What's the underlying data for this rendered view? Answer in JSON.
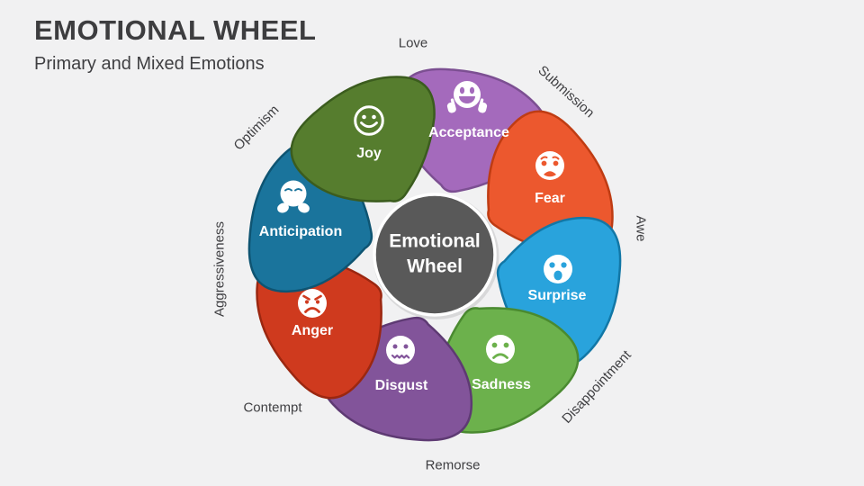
{
  "slide": {
    "title": "EMOTIONAL WHEEL",
    "subtitle": "Primary and Mixed Emotions",
    "background_color": "#f1f1f2",
    "heading_color": "#3d3d3f"
  },
  "center": {
    "line1": "Emotional",
    "line2": "Wheel",
    "bg_color": "#595959",
    "text_color": "#ffffff"
  },
  "wheel": {
    "label_color": "#ffffff",
    "mixed_label_color": "#3f3f42",
    "petals": [
      {
        "label": "Acceptance",
        "icon": "acceptance-thumbs-up-face-icon",
        "fill": "#a46abc",
        "stroke": "#7c4f92"
      },
      {
        "label": "Fear",
        "icon": "fearful-face-icon",
        "fill": "#ec582e",
        "stroke": "#bf3c13"
      },
      {
        "label": "Surprise",
        "icon": "surprised-face-icon",
        "fill": "#29a3dc",
        "stroke": "#1277a6"
      },
      {
        "label": "Sadness",
        "icon": "sad-face-icon",
        "fill": "#6cb14c",
        "stroke": "#4a8a30"
      },
      {
        "label": "Disgust",
        "icon": "disgusted-face-icon",
        "fill": "#82549a",
        "stroke": "#5e3a73"
      },
      {
        "label": "Anger",
        "icon": "angry-face-icon",
        "fill": "#cf3a1e",
        "stroke": "#9b2710"
      },
      {
        "label": "Anticipation",
        "icon": "anticipation-pondering-face-icon",
        "fill": "#1a749c",
        "stroke": "#0e5472"
      },
      {
        "label": "Joy",
        "icon": "smiling-face-outline-icon",
        "fill": "#567d2e",
        "stroke": "#3b5c1e"
      }
    ],
    "mixed_emotions": [
      "Love",
      "Submission",
      "Awe",
      "Disappointment",
      "Remorse",
      "Contempt",
      "Aggressiveness",
      "Optimism"
    ]
  }
}
